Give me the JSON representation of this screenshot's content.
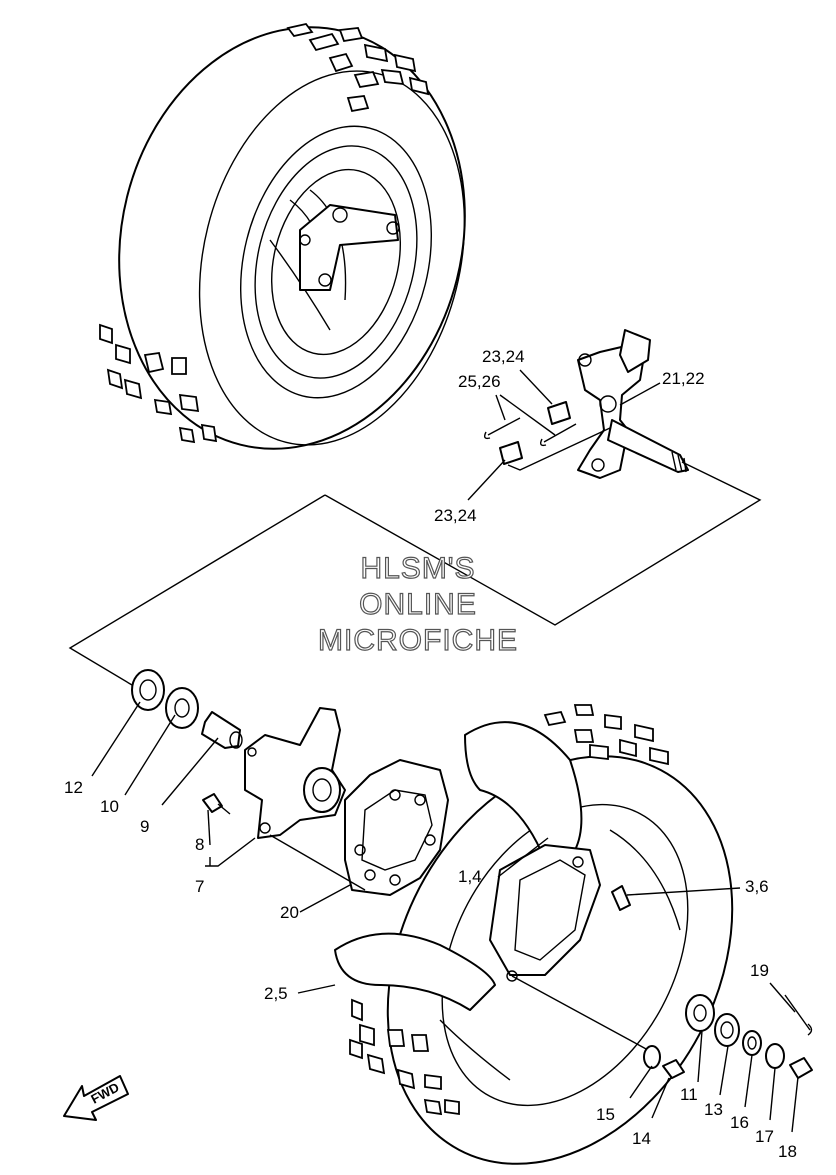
{
  "watermark": {
    "line1": "HLSM'S",
    "line2": "ONLINE",
    "line3": "MICROFICHE"
  },
  "direction_arrow": {
    "label": "FWD"
  },
  "callouts": {
    "c23_24_top": "23,24",
    "c25_26": "25,26",
    "c21_22": "21,22",
    "c23_24_bottom": "23,24",
    "c12": "12",
    "c10": "10",
    "c9": "9",
    "c8": "8",
    "c7": "7",
    "c20": "20",
    "c1_4": "1,4",
    "c3_6": "3,6",
    "c2_5": "2,5",
    "c19": "19",
    "c15": "15",
    "c14": "14",
    "c11": "11",
    "c13": "13",
    "c16": "16",
    "c17": "17",
    "c18": "18"
  }
}
